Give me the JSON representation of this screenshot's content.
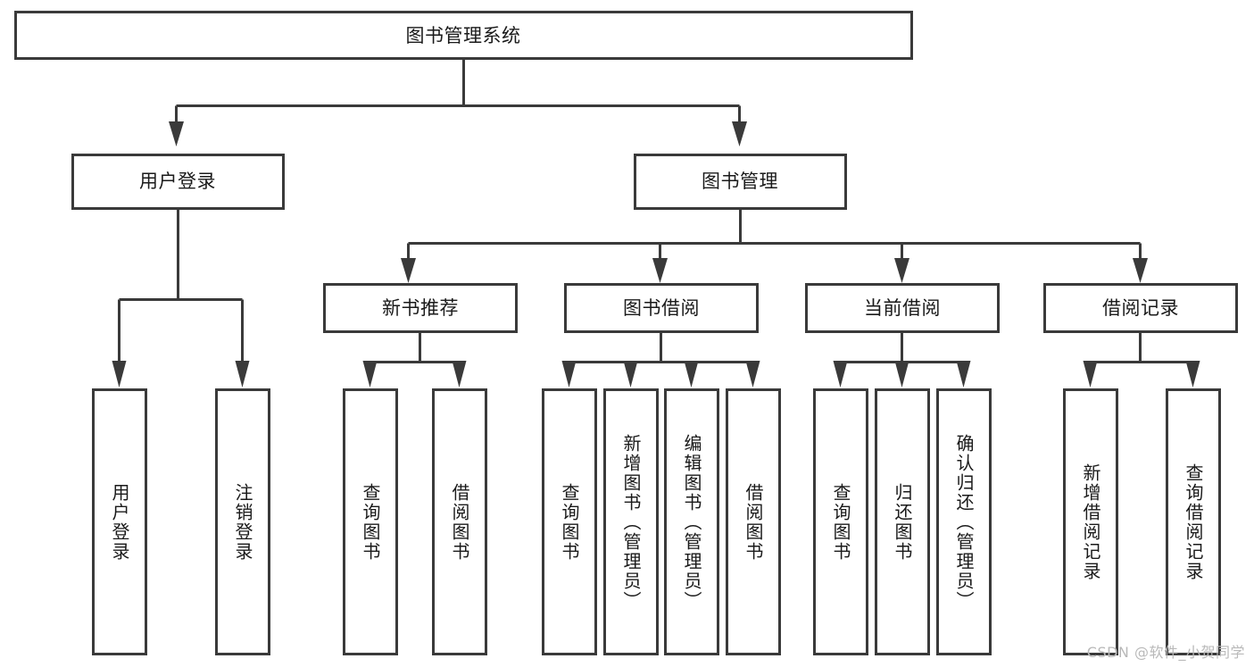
{
  "diagram": {
    "type": "tree-hierarchy-chart",
    "title": "图书管理系统",
    "orientation": "top-down",
    "box_fill": "#ffffff",
    "box_stroke": "#3a3a3a",
    "text_color": "#1a1a1a",
    "root": {
      "label": "图书管理系统",
      "level": 1
    },
    "level2": [
      {
        "label": "用户登录"
      },
      {
        "label": "图书管理"
      }
    ],
    "level3": [
      {
        "label": "新书推荐",
        "parent": "图书管理"
      },
      {
        "label": "图书借阅",
        "parent": "图书管理"
      },
      {
        "label": "当前借阅",
        "parent": "图书管理"
      },
      {
        "label": "借阅记录",
        "parent": "图书管理"
      }
    ],
    "leaves": [
      {
        "label": "用户登录",
        "parent": "用户登录"
      },
      {
        "label": "注销登录",
        "parent": "用户登录"
      },
      {
        "label": "查询图书",
        "parent": "新书推荐"
      },
      {
        "label": "借阅图书",
        "parent": "新书推荐"
      },
      {
        "label": "查询图书",
        "parent": "图书借阅"
      },
      {
        "label": "新增图书（管理员）",
        "parent": "图书借阅"
      },
      {
        "label": "编辑图书（管理员）",
        "parent": "图书借阅"
      },
      {
        "label": "借阅图书",
        "parent": "图书借阅"
      },
      {
        "label": "查询图书",
        "parent": "当前借阅"
      },
      {
        "label": "归还图书",
        "parent": "当前借阅"
      },
      {
        "label": "确认归还（管理员）",
        "parent": "当前借阅"
      },
      {
        "label": "新增借阅记录",
        "parent": "借阅记录"
      },
      {
        "label": "查询借阅记录",
        "parent": "借阅记录"
      }
    ]
  },
  "watermark": {
    "text": "CSDN @软件_小贺同学",
    "color": "#b9b9b9"
  }
}
